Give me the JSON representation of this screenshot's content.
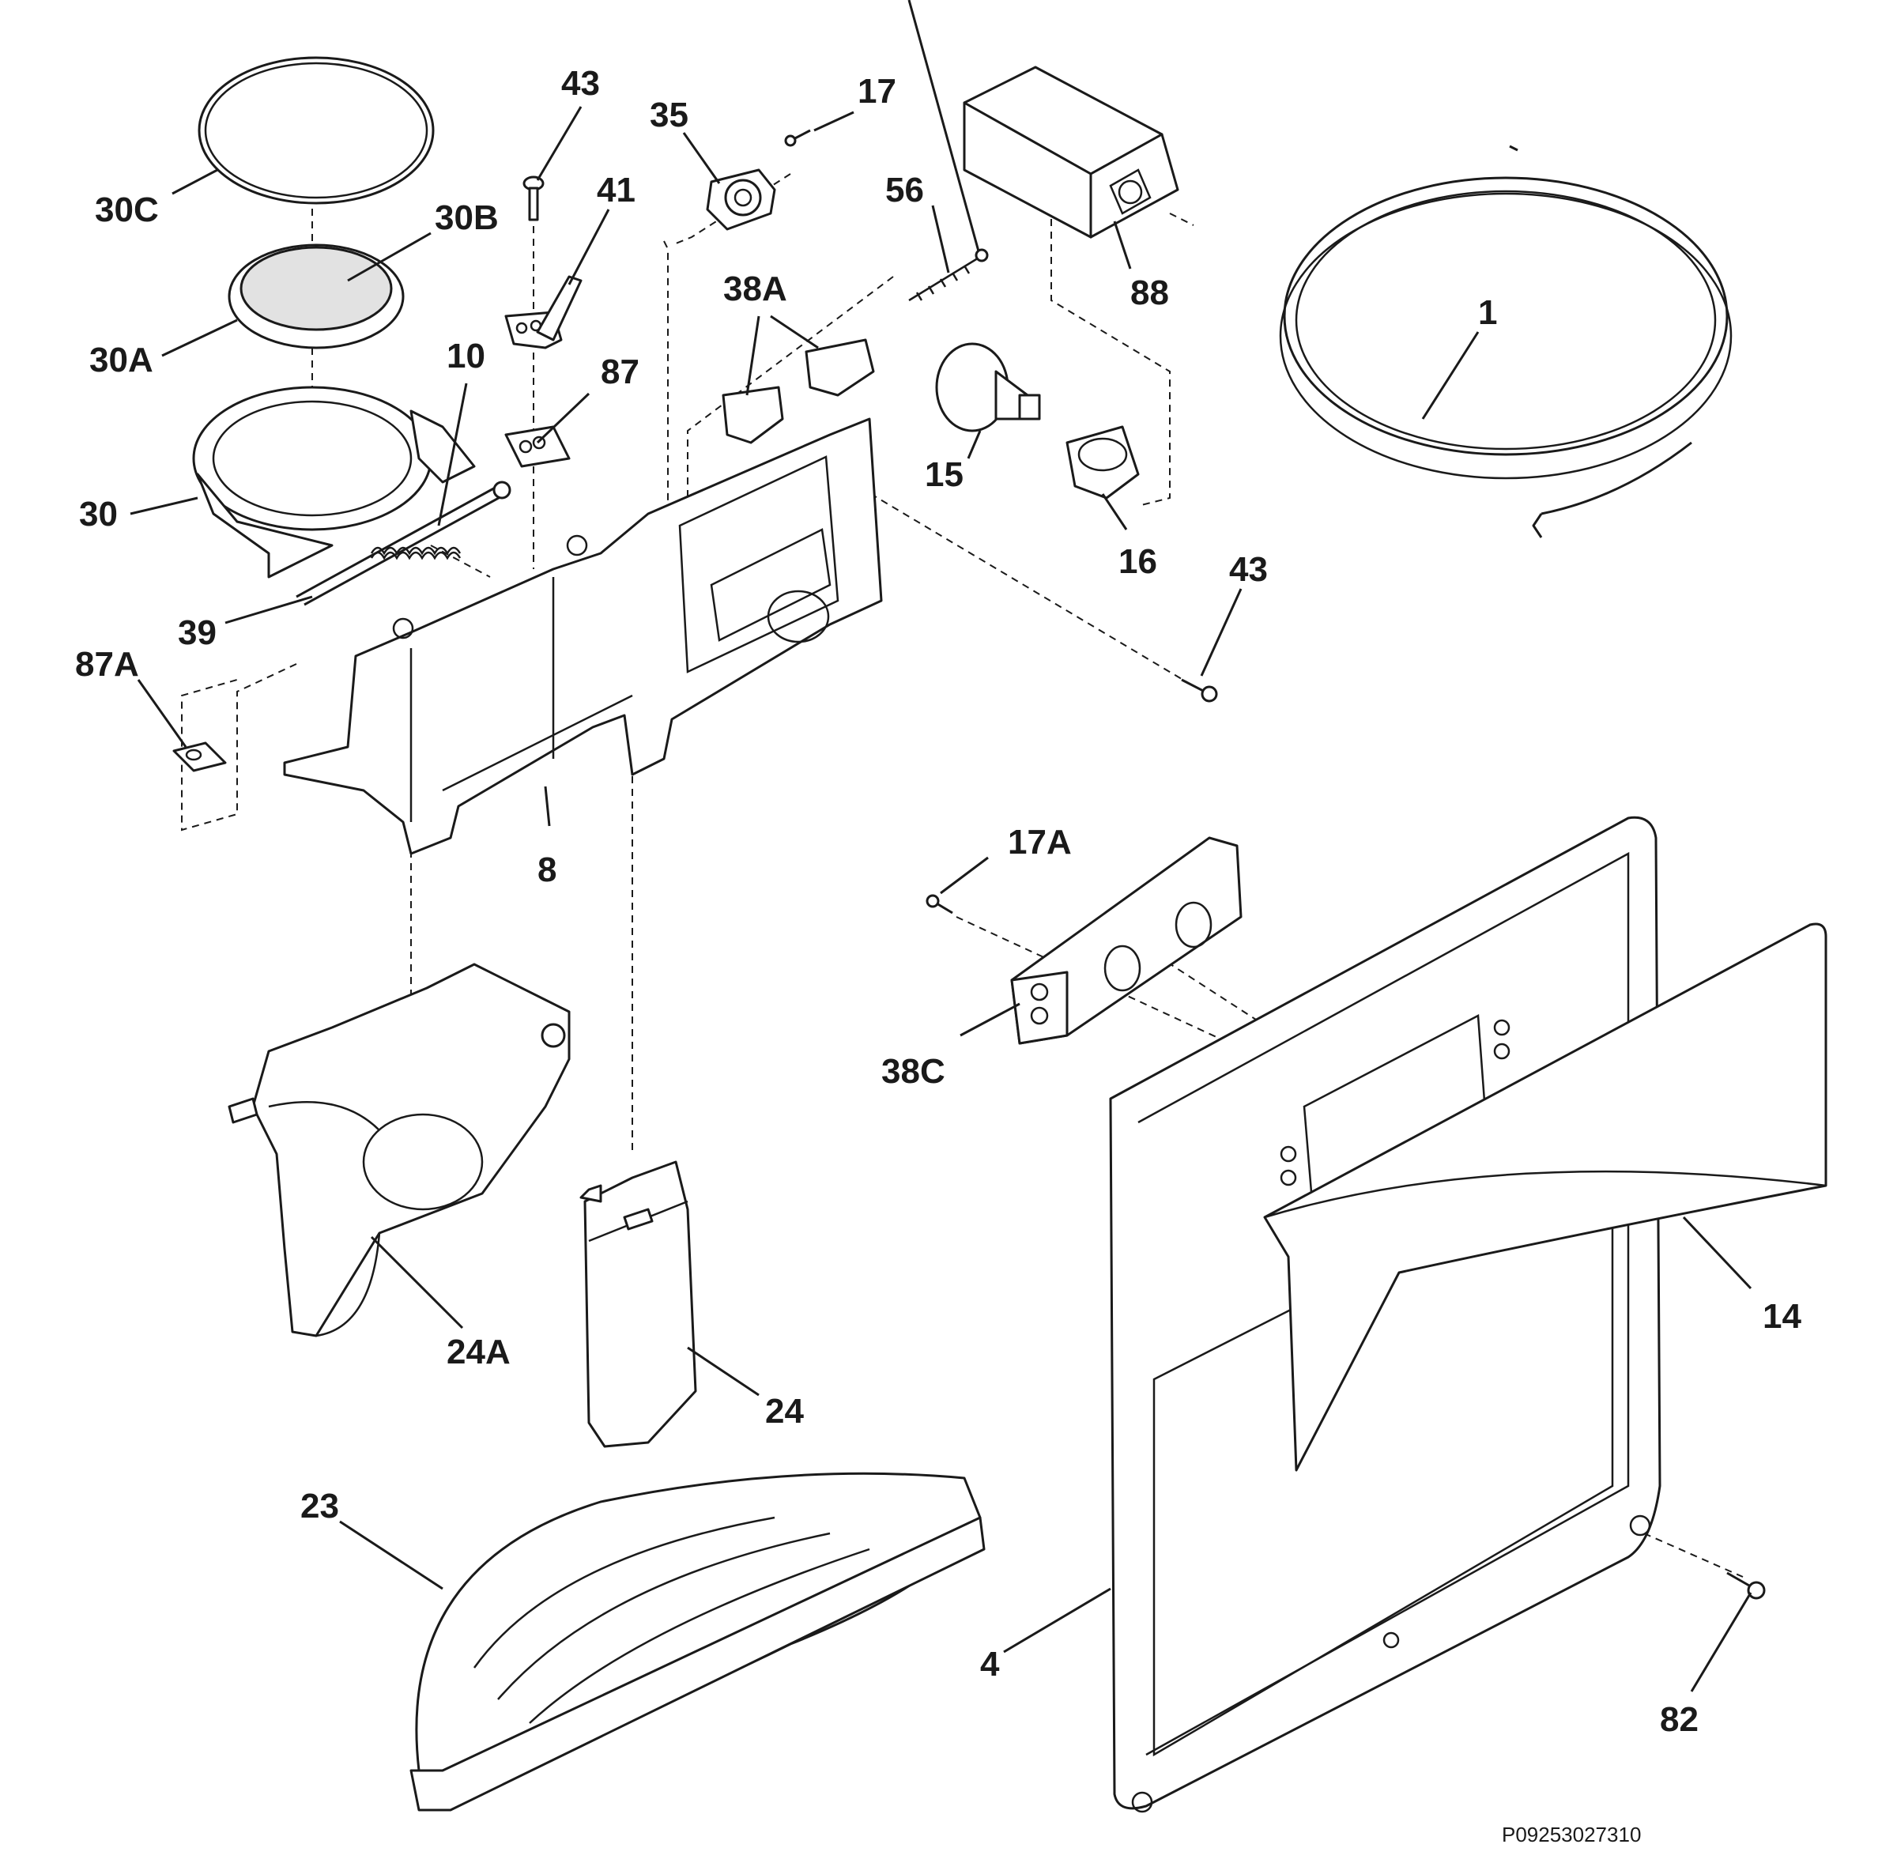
{
  "diagram": {
    "document_id": "P09253027310",
    "parts": [
      {
        "id": "p1",
        "label": "1"
      },
      {
        "id": "p4",
        "label": "4"
      },
      {
        "id": "p8",
        "label": "8"
      },
      {
        "id": "p10",
        "label": "10"
      },
      {
        "id": "p14",
        "label": "14"
      },
      {
        "id": "p15",
        "label": "15"
      },
      {
        "id": "p16",
        "label": "16"
      },
      {
        "id": "p17",
        "label": "17"
      },
      {
        "id": "p17a",
        "label": "17A"
      },
      {
        "id": "p23",
        "label": "23"
      },
      {
        "id": "p24",
        "label": "24"
      },
      {
        "id": "p24a",
        "label": "24A"
      },
      {
        "id": "p30",
        "label": "30"
      },
      {
        "id": "p30a",
        "label": "30A"
      },
      {
        "id": "p30b",
        "label": "30B"
      },
      {
        "id": "p30c",
        "label": "30C"
      },
      {
        "id": "p35",
        "label": "35"
      },
      {
        "id": "p38a",
        "label": "38A"
      },
      {
        "id": "p38c",
        "label": "38C"
      },
      {
        "id": "p39",
        "label": "39"
      },
      {
        "id": "p41",
        "label": "41"
      },
      {
        "id": "p43a",
        "label": "43"
      },
      {
        "id": "p43b",
        "label": "43"
      },
      {
        "id": "p56",
        "label": "56"
      },
      {
        "id": "p82",
        "label": "82"
      },
      {
        "id": "p87",
        "label": "87"
      },
      {
        "id": "p87a",
        "label": "87A"
      },
      {
        "id": "p88",
        "label": "88"
      }
    ]
  }
}
